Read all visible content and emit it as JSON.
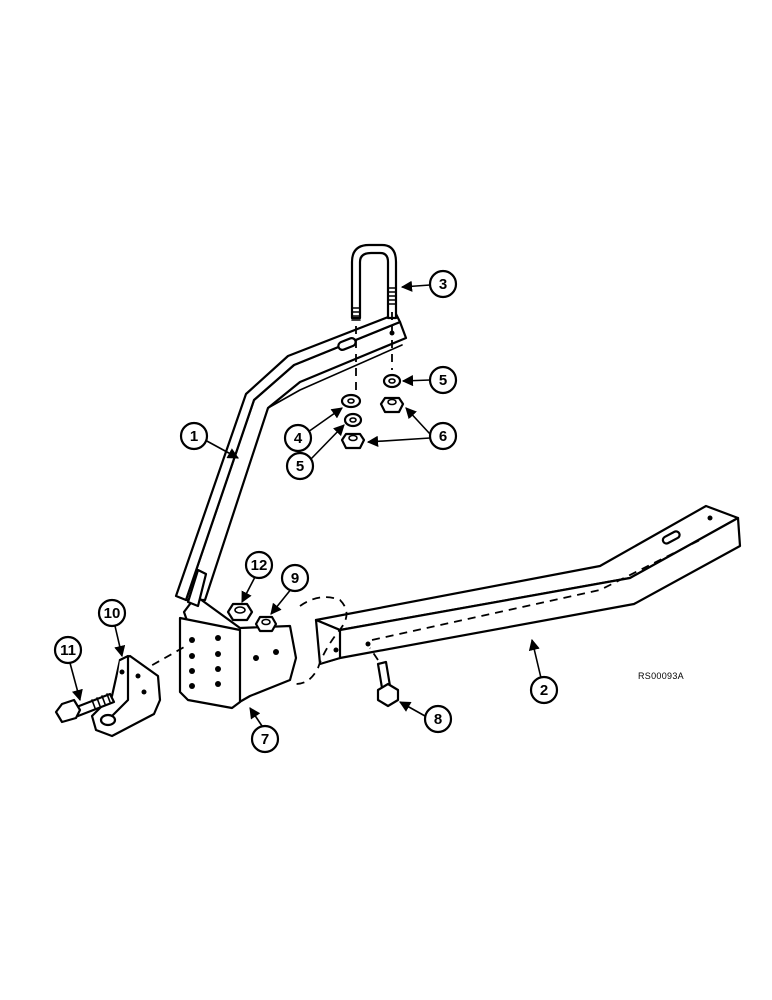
{
  "drawing": {
    "reference_code": "RS00093A",
    "callouts": [
      {
        "id": "c1",
        "label": "1"
      },
      {
        "id": "c2",
        "label": "2"
      },
      {
        "id": "c3",
        "label": "3"
      },
      {
        "id": "c4",
        "label": "4"
      },
      {
        "id": "c5a",
        "label": "5"
      },
      {
        "id": "c5b",
        "label": "5"
      },
      {
        "id": "c6",
        "label": "6"
      },
      {
        "id": "c7",
        "label": "7"
      },
      {
        "id": "c8",
        "label": "8"
      },
      {
        "id": "c9",
        "label": "9"
      },
      {
        "id": "c10",
        "label": "10"
      },
      {
        "id": "c11",
        "label": "11"
      },
      {
        "id": "c12",
        "label": "12"
      }
    ]
  }
}
